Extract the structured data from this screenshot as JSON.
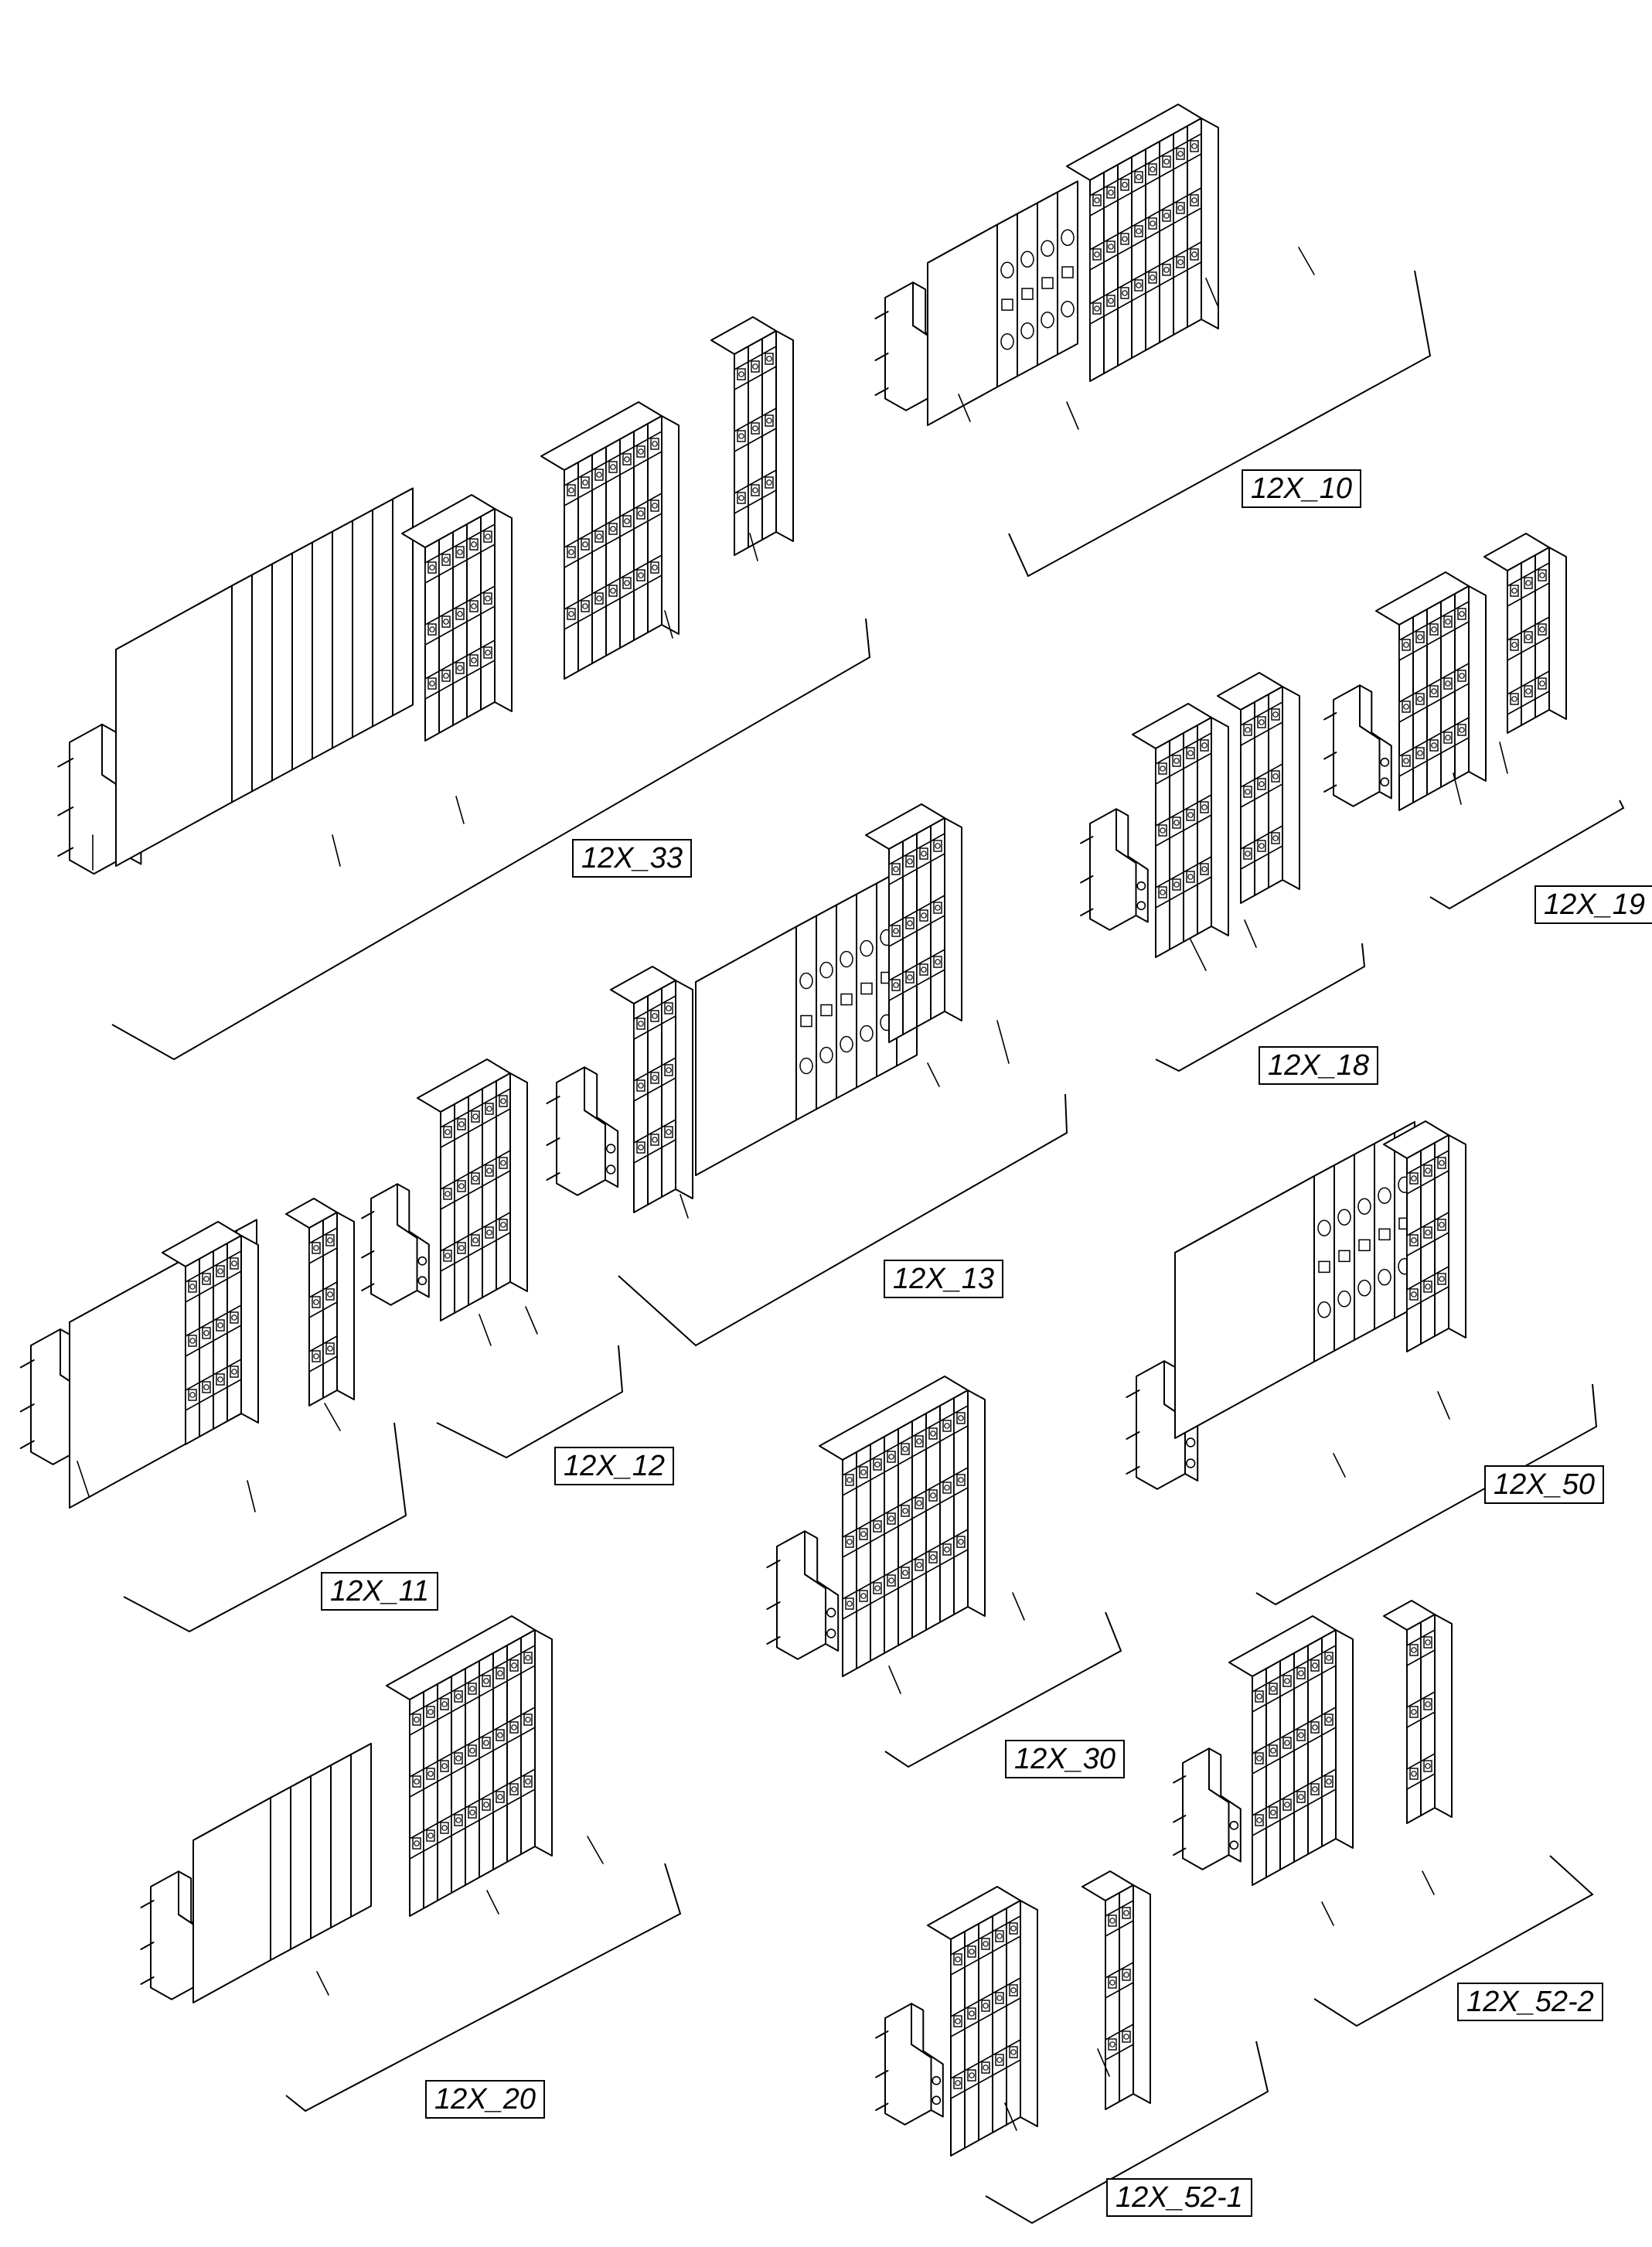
{
  "diagram": {
    "labels": [
      "12X_10",
      "12X_33",
      "12X_19",
      "12X_18",
      "12X_13",
      "12X_12",
      "12X_11",
      "12X_50",
      "12X_30",
      "12X_20",
      "12X_52-2",
      "12X_52-1"
    ]
  },
  "colors": {
    "ink": "#000000",
    "paper": "#ffffff"
  }
}
